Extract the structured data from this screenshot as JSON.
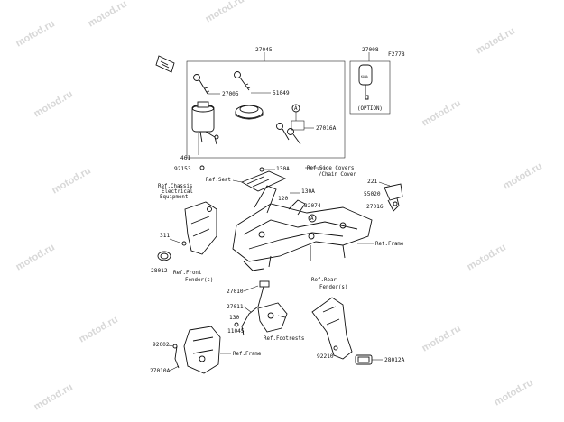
{
  "watermark": "motod.ru",
  "diagram_code": "F2778",
  "option_label": "(OPTION)",
  "part_numbers": {
    "p27045": "27045",
    "p27008": "27008",
    "p27005": "27005",
    "p51049": "51049",
    "p27016a": "27016A",
    "p461": "461",
    "p92153": "92153",
    "p130a_1": "130A",
    "p130a_2": "130A",
    "p120": "120",
    "p32074": "32074",
    "p221": "221",
    "p55020": "55020",
    "p27016": "27016",
    "p311": "311",
    "p28012": "28012",
    "p27010": "27010",
    "p27011": "27011",
    "p130": "130",
    "p11045": "11045",
    "p92002": "92002",
    "p27010a": "27010A",
    "p92210": "92210",
    "p28012a": "28012A"
  },
  "refs": {
    "side_covers_1": "Ref.Side Covers",
    "side_covers_2": "/Chain Cover",
    "seat": "Ref.Seat",
    "chassis_1": "Ref.Chassis",
    "chassis_2": "Electrical",
    "chassis_3": "Equipment",
    "frame_right": "Ref.Frame",
    "front_fender_1": "Ref.Front",
    "front_fender_2": "Fender(s)",
    "rear_fender_1": "Ref.Rear",
    "rear_fender_2": "Fender(s)",
    "footrests": "Ref.Footrests",
    "frame_bottom": "Ref.Frame"
  },
  "markers": {
    "a_upper": "A",
    "a_lower": "A"
  },
  "key_text": "KAWA"
}
